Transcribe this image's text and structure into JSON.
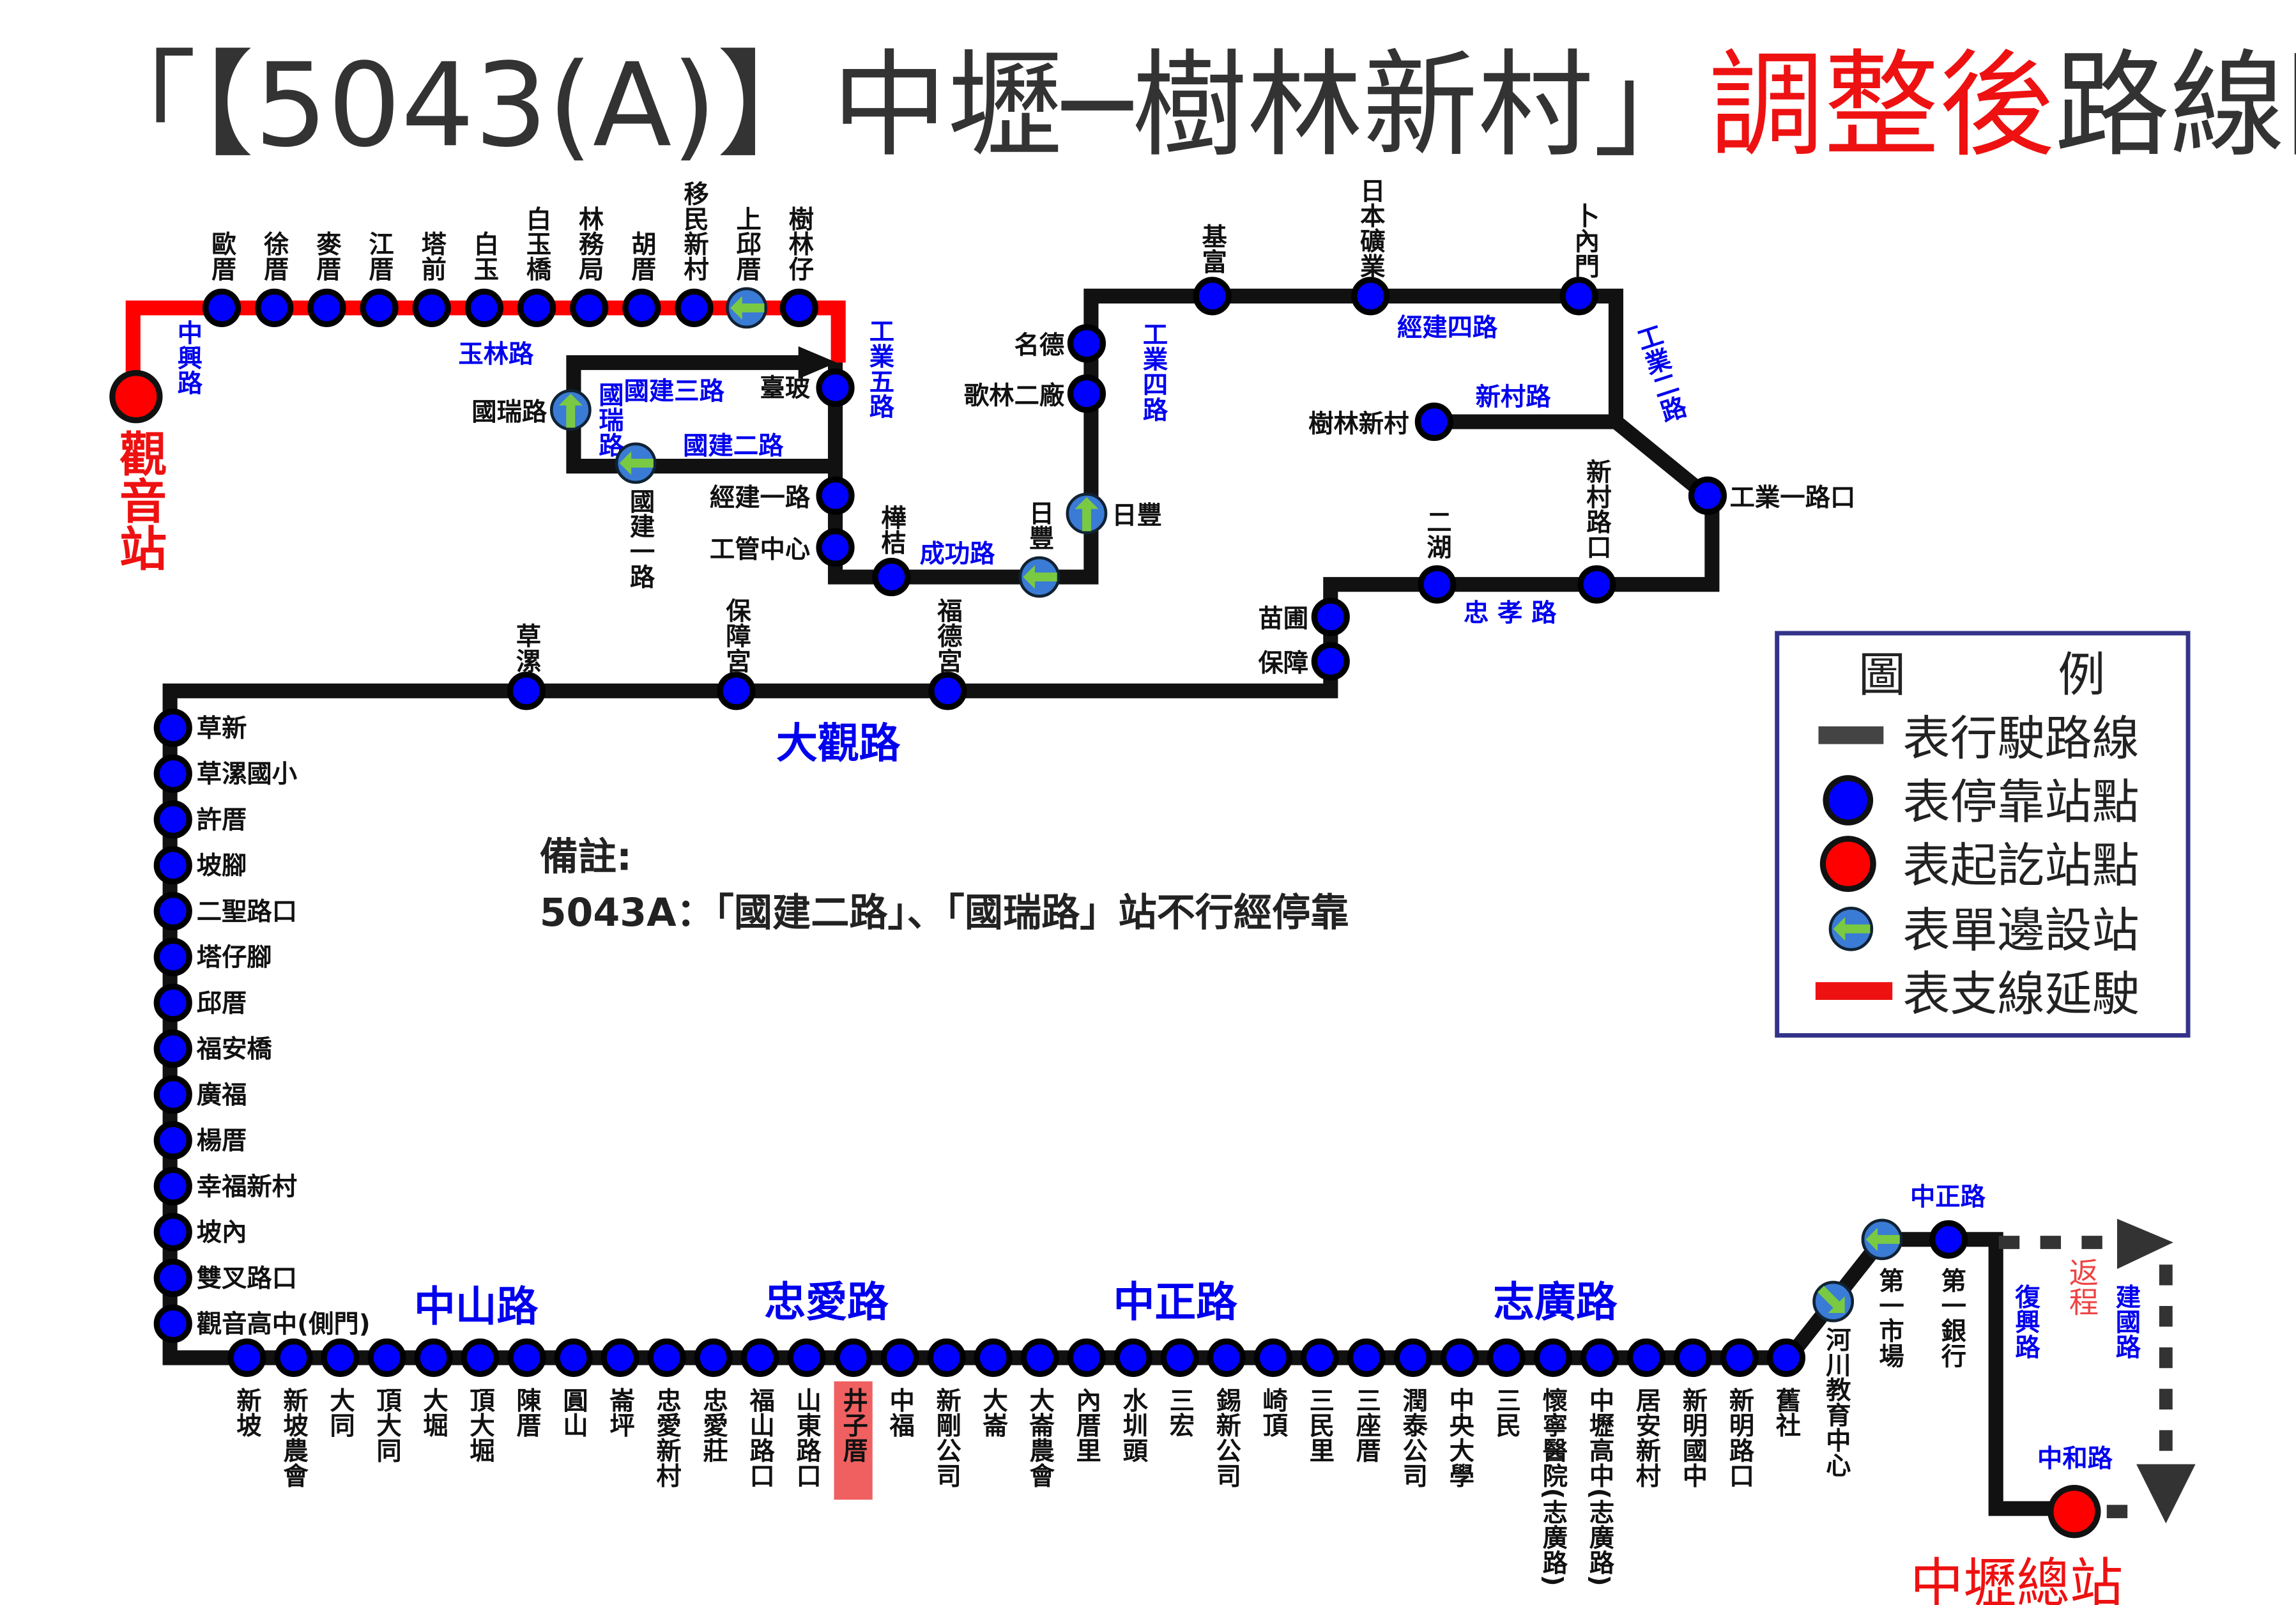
{
  "title": {
    "prefix": "「【5043(A)】中壢─樹林新村」",
    "highlight": "調整後",
    "suffix": "路線圖"
  },
  "colors": {
    "route": "#222222",
    "branch": "#ff0000",
    "stop": "#0000ff",
    "terminal": "#ff0000",
    "one_side": "#3a7bd5",
    "one_side_arrow": "#7ac943",
    "road_label": "#0000ee",
    "highlight_stop": "#f06060"
  },
  "terminals": {
    "start": "觀音站",
    "end": "中壢總站"
  },
  "stops": {
    "branch": [
      "歐厝",
      "徐厝",
      "麥厝",
      "江厝",
      "塔前",
      "白玉",
      "白玉橋",
      "林務局",
      "胡厝",
      "移民新村",
      "上邱厝",
      "樹林仔"
    ],
    "loop": [
      "臺玻",
      "國瑞路",
      "國建一路",
      "經建一路",
      "工管中心",
      "樺桔",
      "日豐",
      "日豐",
      "歌林二廠",
      "名德",
      "基富",
      "日本礦業",
      "卜內門",
      "樹林新村",
      "工業一路口",
      "新村路口",
      "二湖",
      "苗圃",
      "保障",
      "福德宮",
      "保障宮",
      "草漯"
    ],
    "left_column": [
      "草新",
      "草漯國小",
      "許厝",
      "坡腳",
      "二聖路口",
      "塔仔腳",
      "邱厝",
      "福安橋",
      "廣福",
      "楊厝",
      "幸福新村",
      "坡內",
      "雙叉路口",
      "觀音高中(側門)"
    ],
    "bottom": [
      "新坡",
      "新坡農會",
      "大同",
      "頂大同",
      "大堀",
      "頂大堀",
      "陳厝",
      "圓山",
      "崙坪",
      "忠愛新村",
      "忠愛莊",
      "福山路口",
      "山東路口",
      "井子厝",
      "中福",
      "新剛公司",
      "大崙",
      "大崙農會",
      "內厝里",
      "水圳頭",
      "三宏",
      "錫新公司",
      "崎頂",
      "三民里",
      "三座厝",
      "潤泰公司",
      "中央大學",
      "三民",
      "懷寧醫院(志廣路)",
      "中壢高中(志廣路)",
      "居安新村",
      "新明國中",
      "新明路口",
      "舊社"
    ],
    "end": [
      "河川教育中心",
      "第一市場",
      "第一銀行"
    ],
    "highlighted": "井子厝"
  },
  "roads": {
    "zhongxing": "中興路",
    "yulin": "玉林路",
    "gongye5": "工業五路",
    "guojian3": "國建三路",
    "guorui": "國瑞路",
    "guojian2": "國建二路",
    "chenggong": "成功路",
    "gongye4": "工業四路",
    "jingjian4": "經建四路",
    "xincun": "新村路",
    "gongye2": "工業二路",
    "zhongxiao": "忠 孝 路",
    "daguan": "大觀路",
    "zhongshan": "中山路",
    "zhongai": "忠愛路",
    "zhongzheng": "中正路",
    "zhiguang": "志廣路",
    "zhongzheng2": "中正路",
    "fuxing": "復興路",
    "jianguo": "建國路",
    "zhonghe": "中和路",
    "return": "返程"
  },
  "note": {
    "heading": "備註:",
    "text": "5043A：「國建二路」、「國瑞路」站不行經停靠"
  },
  "legend": {
    "title_left": "圖",
    "title_right": "例",
    "items": [
      "表行駛路線",
      "表停靠站點",
      "表起訖站點",
      "表單邊設站",
      "表支線延駛"
    ]
  }
}
